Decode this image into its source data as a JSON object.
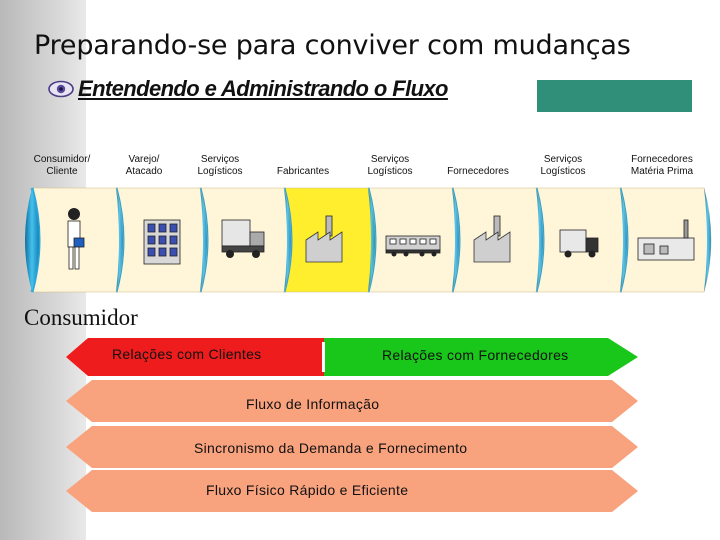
{
  "title": "Preparando-se para conviver com mudanças",
  "subtitle": "Entendendo e Administrando o Fluxo",
  "stages": [
    {
      "label": "Consumidor/\nCliente",
      "icon": "person-icon"
    },
    {
      "label": "Varejo/\nAtacado",
      "icon": "store-building-icon"
    },
    {
      "label": "Serviços\nLogísticos",
      "icon": "truck-icon"
    },
    {
      "label": "Fabricantes",
      "icon": "factory-icon"
    },
    {
      "label": "Serviços\nLogísticos",
      "icon": "train-icon"
    },
    {
      "label": "Fornecedores",
      "icon": "factory-icon"
    },
    {
      "label": "Serviços\nLogísticos",
      "icon": "delivery-truck-icon"
    },
    {
      "label": "Fornecedores\nMatéria Prima",
      "icon": "raw-material-factory-icon"
    }
  ],
  "consumer_label": "Consumidor",
  "flows": {
    "relacoes_clientes": "Relações com Clientes",
    "relacoes_fornecedores": "Relações com Fornecedores",
    "fluxo_informacao": "Fluxo de Informação",
    "sincronismo": "Sincronismo da Demanda e Fornecimento",
    "fluxo_fisico": "Fluxo Físico Rápido e Eficiente"
  },
  "colors": {
    "teal": "#2f8f79",
    "red": "#ee1c1c",
    "green": "#19c61a",
    "salmon": "#f9a27e",
    "cylinder": "#fff5d8",
    "cylinder_highlight": "#ffee2e",
    "cylinder_edge": "#2aa5d8"
  }
}
